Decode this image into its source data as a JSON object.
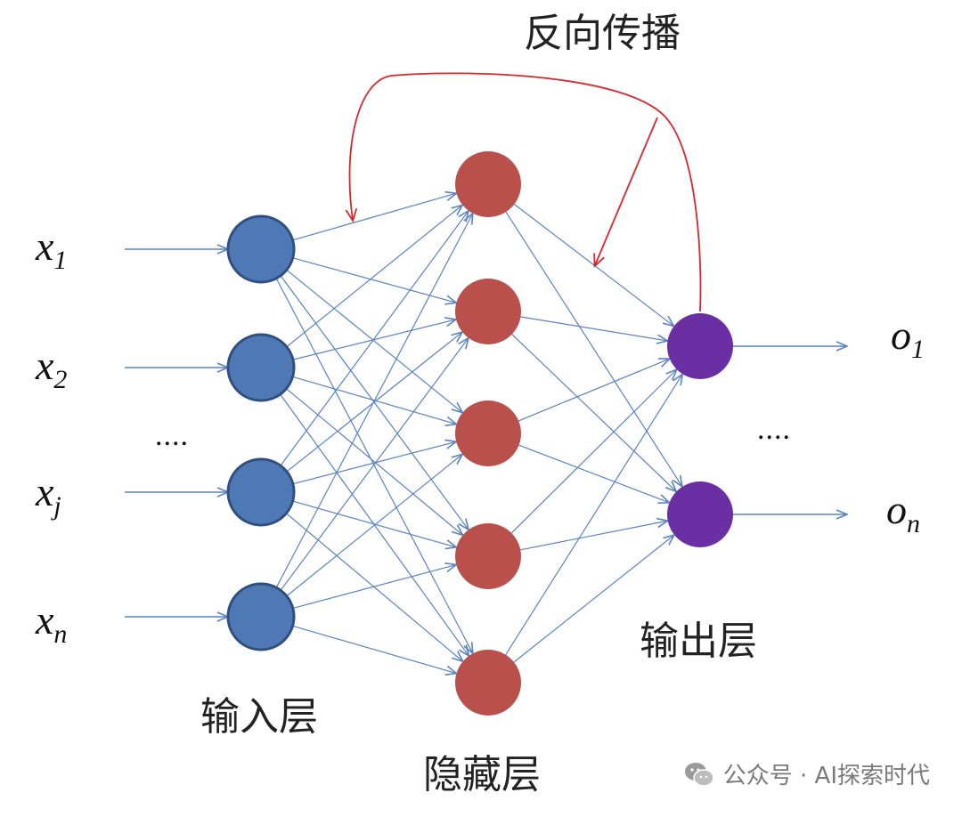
{
  "labels": {
    "backprop": "反向传播",
    "input_layer": "输入层",
    "hidden_layer": "隐藏层",
    "output_layer": "输出层",
    "ellipsis_left": "....",
    "ellipsis_right": "...."
  },
  "inputs": [
    {
      "base": "x",
      "sub": "1"
    },
    {
      "base": "x",
      "sub": "2"
    },
    {
      "base": "x",
      "sub": "j"
    },
    {
      "base": "x",
      "sub": "n"
    }
  ],
  "outputs": [
    {
      "base": "o",
      "sub": "1"
    },
    {
      "base": "o",
      "sub": "n"
    }
  ],
  "colors": {
    "input_node": "#4f79b5",
    "input_stroke": "#2f4f80",
    "hidden_node": "#b9504c",
    "output_node": "#6a2fa3",
    "edge": "#5a83c4",
    "backprop_arrow": "#d9262c"
  },
  "watermark": {
    "icon": "wechat-icon",
    "text": "公众号 · AI探索时代"
  }
}
